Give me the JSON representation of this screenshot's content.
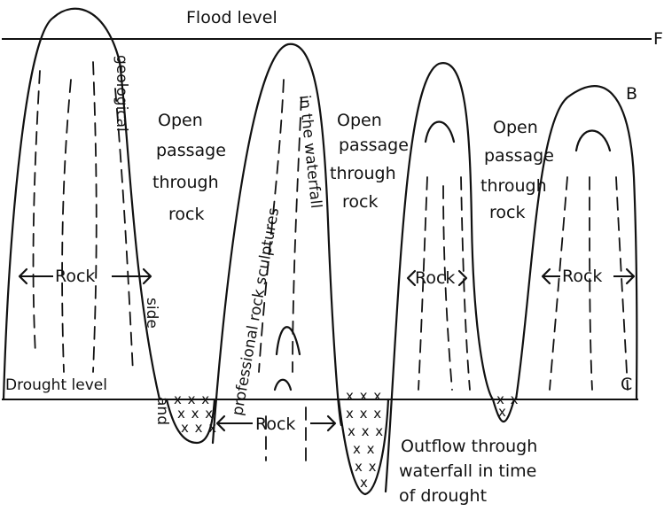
{
  "labels": {
    "flood_level": "Flood level",
    "flood_marker": "F",
    "drought_level": "Drought level",
    "drought_marker": "C",
    "point_b": "B",
    "rock": "Rock",
    "open_passage_1": [
      "Open",
      "passage",
      "through",
      "rock"
    ],
    "open_passage_2": [
      "Open",
      "passage",
      "through",
      "rock"
    ],
    "open_passage_3": [
      "Open",
      "passage",
      "through",
      "rock"
    ],
    "geological": "geological",
    "side": "side",
    "and": "and",
    "professional_rock_sculptures": "professional rock sculptures",
    "in_the_waterfall": "in the waterfall",
    "outflow": [
      "Outflow through",
      "waterfall in time",
      "of drought"
    ]
  }
}
